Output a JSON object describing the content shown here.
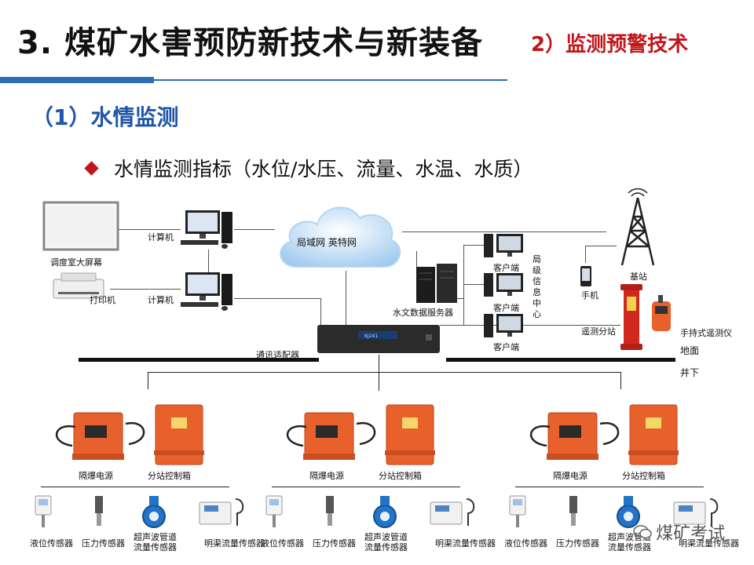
{
  "header": {
    "title": "3. 煤矿水害预防新技术与新装备",
    "subtitle": "2）监测预警技术"
  },
  "section": {
    "heading": "（1）水情监测",
    "bullet": "水情监测指标（水位/水压、流量、水温、水质）"
  },
  "diagram": {
    "top": {
      "screen": "调度室大屏幕",
      "computer1": "计算机",
      "printer": "打印机",
      "computer2": "计算机",
      "cloud": "局域网  英特网",
      "server": "水文数据服务器",
      "client1": "客户端",
      "client2": "客户端",
      "client3": "客户端",
      "bureau": "局级信息中心",
      "base_station": "基站",
      "phone": "手机",
      "remote_substation": "遥测分站",
      "handheld": "手持式遥测仪",
      "adapter": "通讯适配器",
      "surface": "地面",
      "underground": "井下"
    },
    "groups": [
      {
        "power": "隔爆电源",
        "control": "分站控制箱",
        "sensors": [
          "液位传感器",
          "压力传感器",
          "超声波管道流量传感器",
          "明渠流量传感器"
        ]
      },
      {
        "power": "隔爆电源",
        "control": "分站控制箱",
        "sensors": [
          "液位传感器",
          "压力传感器",
          "超声波管道流量传感器",
          "明渠流量传感器"
        ]
      },
      {
        "power": "隔爆电源",
        "control": "分站控制箱",
        "sensors": [
          "液位传感器",
          "压力传感器",
          "超声波管道流量传感器",
          "明渠流量传感器"
        ]
      }
    ]
  },
  "watermark": "煤矿考试",
  "colors": {
    "title_red": "#c0161c",
    "heading_blue": "#1f56a8",
    "bar_blue": "#2c6fb5",
    "box_orange": "#e8612c"
  }
}
